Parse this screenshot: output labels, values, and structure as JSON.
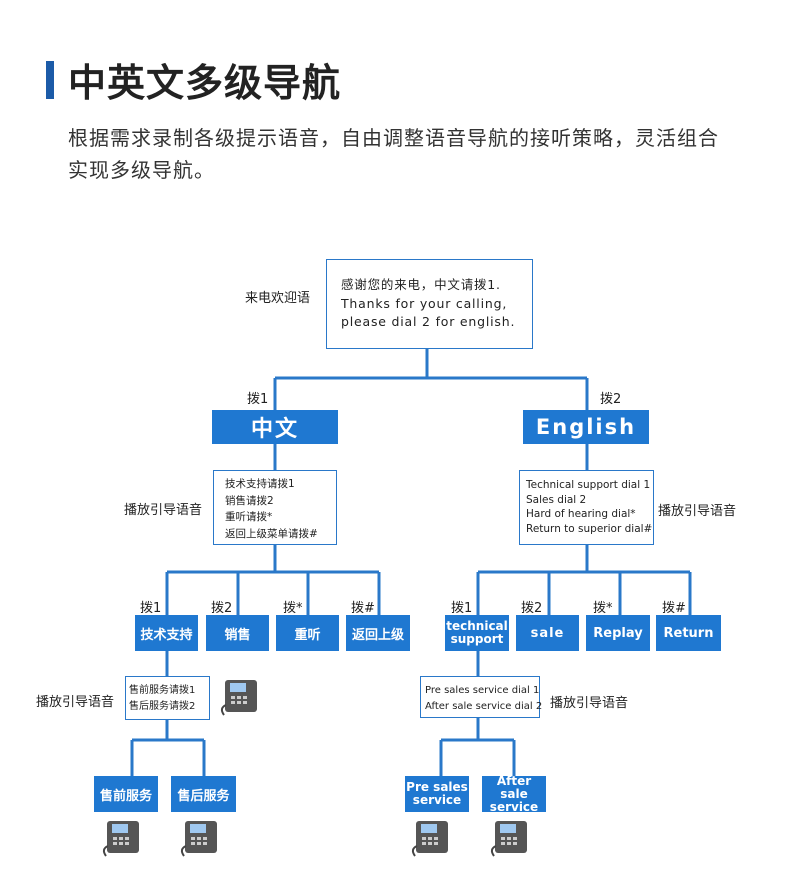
{
  "header": {
    "title": "中英文多级导航",
    "description": "根据需求录制各级提示语音，自由调整语音导航的接听策略，灵活组合实现多级导航。"
  },
  "welcome": {
    "label": "来电欢迎语",
    "lines": [
      "感谢您的来电，中文请拨1.",
      "Thanks for your calling,",
      "please dial 2 for english."
    ]
  },
  "chinese_branch": {
    "dial_label": "拨1",
    "title": "中文",
    "prompt_label": "播放引导语音",
    "prompt_lines": [
      "技术支持请拨1",
      "销售请拨2",
      "重听请拨*",
      "返回上级菜单请拨#"
    ],
    "options": [
      {
        "dial": "拨1",
        "label": "技术支持"
      },
      {
        "dial": "拨2",
        "label": "销售"
      },
      {
        "dial": "拨*",
        "label": "重听"
      },
      {
        "dial": "拨#",
        "label": "返回上级"
      }
    ],
    "sub_prompt_label": "播放引导语音",
    "sub_prompt_lines": [
      "售前服务请拨1",
      "售后服务请拨2"
    ],
    "sub_options": [
      "售前服务",
      "售后服务"
    ]
  },
  "english_branch": {
    "dial_label": "拨2",
    "title": "English",
    "prompt_label": "播放引导语音",
    "prompt_lines": [
      "Technical support dial 1",
      "Sales dial  2",
      "Hard of hearing dial*",
      "Return to superior dial#"
    ],
    "options": [
      {
        "dial": "拨1",
        "label": "technical support"
      },
      {
        "dial": "拨2",
        "label": "sale"
      },
      {
        "dial": "拨*",
        "label": "Replay"
      },
      {
        "dial": "拨#",
        "label": "Return"
      }
    ],
    "sub_prompt_label": "播放引导语音",
    "sub_prompt_lines": [
      "Pre sales service dial 1",
      "After sale service dial 2"
    ],
    "sub_options": [
      "Pre sales service",
      "After sale service"
    ]
  },
  "colors": {
    "accent": "#1f78d1",
    "title_bar": "#1c5ba8",
    "line": "#2a78c9"
  },
  "icons": [
    "desk-phone-icon"
  ]
}
